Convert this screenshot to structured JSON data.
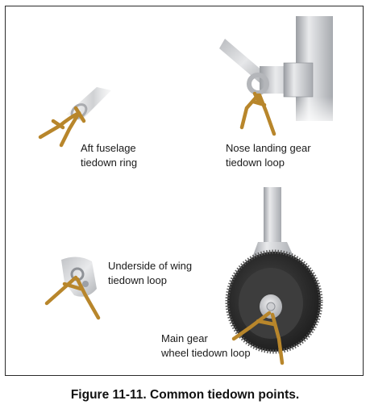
{
  "figure": {
    "caption": "Figure 11-11. Common tiedown points.",
    "labels": {
      "aft_fuselage": [
        "Aft fuselage",
        "tiedown ring"
      ],
      "nose_gear": [
        "Nose landing gear",
        "tiedown loop"
      ],
      "wing": [
        "Underside of wing",
        "tiedown loop"
      ],
      "main_gear": [
        "Main gear",
        "wheel tiedown loop"
      ]
    },
    "colors": {
      "rope": "#b8862b",
      "metal": "#c9cacc",
      "tire": "#2c2c2c",
      "frame": "#2a2a2a"
    }
  }
}
